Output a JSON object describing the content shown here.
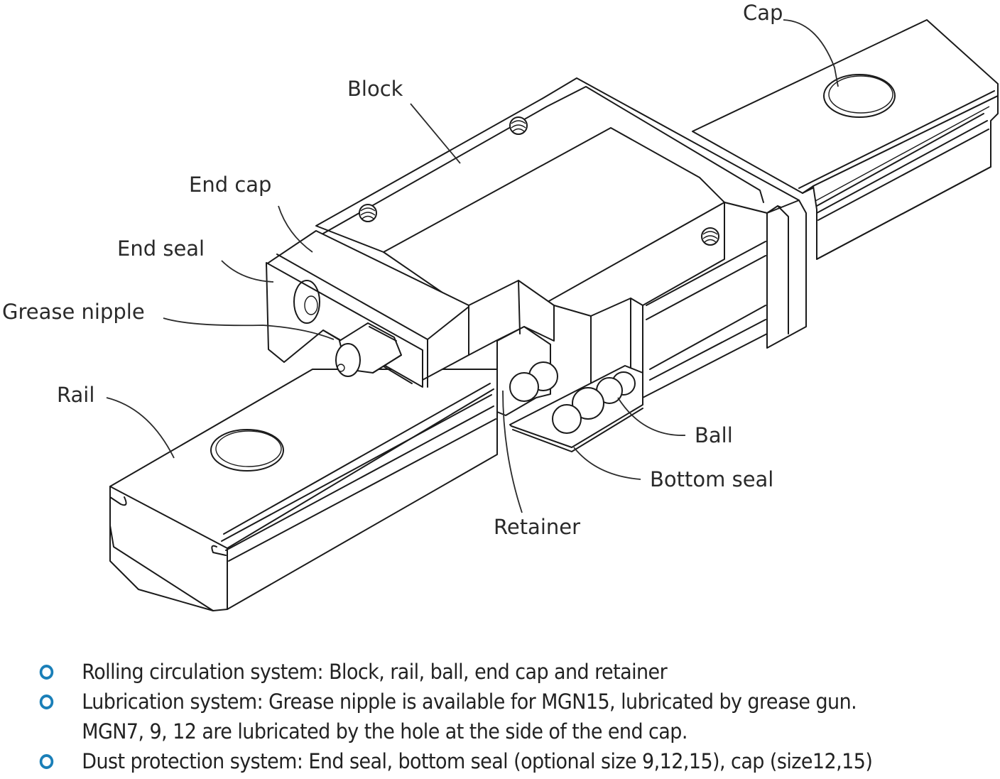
{
  "diagram": {
    "title": "Linear guide rail and block components",
    "labels": {
      "cap": "Cap",
      "block": "Block",
      "end_cap": "End cap",
      "end_seal": "End seal",
      "grease_nipple": "Grease nipple",
      "rail": "Rail",
      "retainer": "Retainer",
      "ball": "Ball",
      "bottom_seal": "Bottom seal"
    }
  },
  "features": {
    "bullet_color": "#1a7fb8",
    "items": [
      {
        "lines": [
          "Rolling circulation system: Block, rail, ball, end cap and retainer"
        ]
      },
      {
        "lines": [
          "Lubrication system: Grease nipple is available for MGN15, lubricated by grease gun.",
          "MGN7, 9, 12 are lubricated by the hole at the side of the end cap."
        ]
      },
      {
        "lines": [
          "Dust protection system: End seal, bottom seal (optional size 9,12,15), cap (size12,15)"
        ]
      }
    ]
  }
}
